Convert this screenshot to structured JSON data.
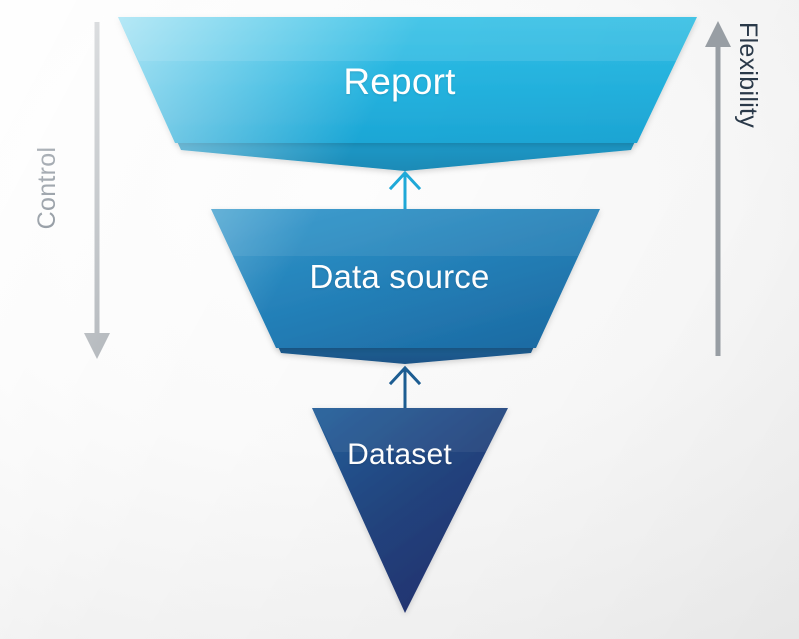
{
  "diagram": {
    "type": "inverted-funnel",
    "background_color": "#f4f4f4",
    "stages": [
      {
        "id": "report",
        "label": "Report",
        "shape": "trapezoid",
        "fill_top": "#2dbbe4",
        "fill_bottom": "#1fa9d8",
        "fold_color": "#1b92bd",
        "text_color": "#ffffff"
      },
      {
        "id": "data-source",
        "label": "Data source",
        "shape": "trapezoid",
        "fill_top": "#2a8fc4",
        "fill_bottom": "#1f6ea8",
        "fold_color": "#1d5e93",
        "text_color": "#ffffff"
      },
      {
        "id": "dataset",
        "label": "Dataset",
        "shape": "triangle",
        "fill_top": "#1f5a96",
        "fill_bottom": "#23306e",
        "fold_color": "#1b2a60",
        "text_color": "#ffffff"
      }
    ],
    "connectors": [
      {
        "id": "arrow-dataset-to-datasource",
        "color": "#1d5e93",
        "direction": "up"
      },
      {
        "id": "arrow-datasource-to-report",
        "color": "#1fa9d8",
        "direction": "up"
      }
    ],
    "axes": [
      {
        "id": "control",
        "label": "Control",
        "direction": "down",
        "position": "left",
        "line_color": "#9aa0a6",
        "text_color": "#2b3a4a"
      },
      {
        "id": "flexibility",
        "label": "Flexibility",
        "direction": "up",
        "position": "right",
        "line_color": "#9aa0a6",
        "text_color": "#2b3a4a"
      }
    ]
  }
}
